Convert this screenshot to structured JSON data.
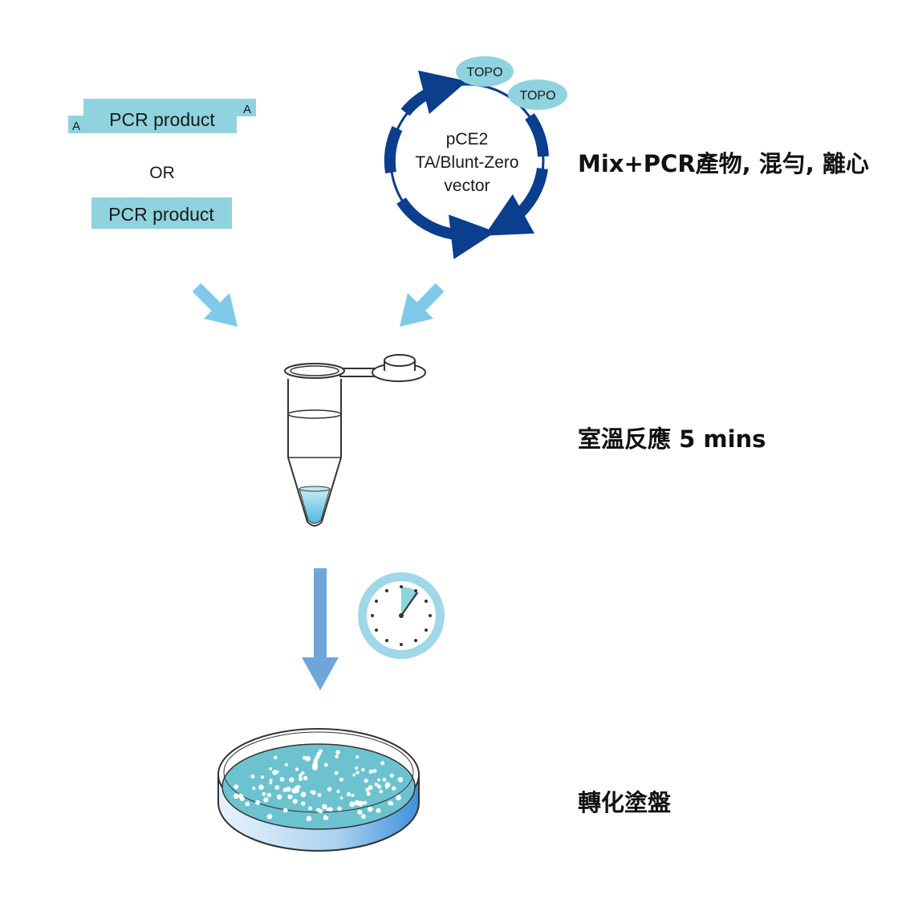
{
  "pcr_option_a": {
    "label": "PCR product",
    "overhang_left": "A",
    "overhang_right": "A"
  },
  "or_label": "OR",
  "pcr_option_b": {
    "label": "PCR product"
  },
  "vector": {
    "name_line1": "pCE2",
    "name_line2": "TA/Blunt-Zero",
    "name_line3": "vector",
    "topo_1": "TOPO",
    "topo_2": "TOPO"
  },
  "steps": {
    "step1": "Mix+PCR產物, 混勻, 離心",
    "step2": "室溫反應 5 mins",
    "step3": "轉化塗盤"
  },
  "colors": {
    "pcr_fill": "#8fd3de",
    "plasmid_blue": "#0b3e8c",
    "topo_fill": "#8fd3de",
    "arrow_light": "#7fcaea",
    "arrow_mid": "#6ea6dc",
    "clock_ring": "#9fd8e6",
    "agar": "#6cc3cf"
  }
}
